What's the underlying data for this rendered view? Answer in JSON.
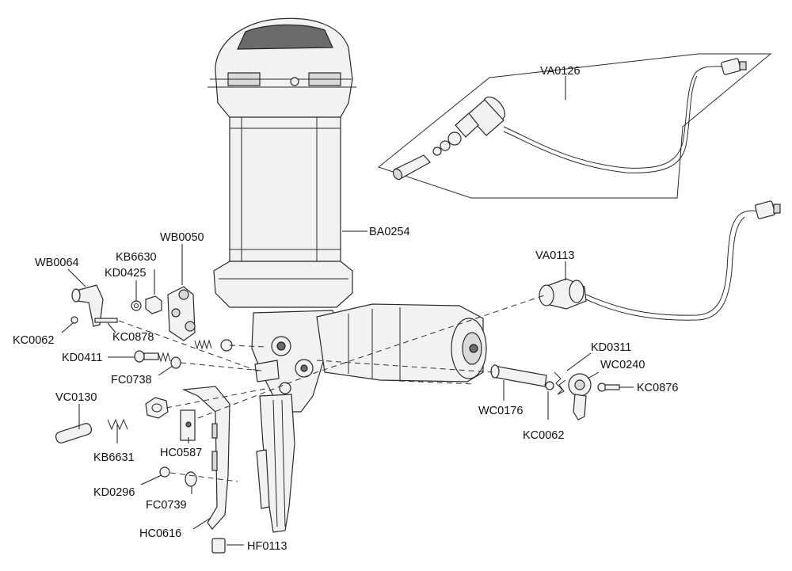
{
  "labels": {
    "VA0126": "VA0126",
    "BA0254": "BA0254",
    "VA0113": "VA0113",
    "WB0050": "WB0050",
    "KB6630": "KB6630",
    "WB0064": "WB0064",
    "KD0425": "KD0425",
    "KC0062a": "KC0062",
    "KC0878": "KC0878",
    "KD0411": "KD0411",
    "FC0738": "FC0738",
    "VC0130": "VC0130",
    "KB6631": "KB6631",
    "HC0587": "HC0587",
    "KD0296": "KD0296",
    "FC0739": "FC0739",
    "HC0616": "HC0616",
    "HF0113": "HF0113",
    "KD0311": "KD0311",
    "WC0240": "WC0240",
    "KC0876": "KC0876",
    "WC0176": "WC0176",
    "KC0062b": "KC0062"
  },
  "colors": {
    "line": "#2a2a2a",
    "part_fill": "#f2f2f2",
    "dark_fill": "#6b6b6b",
    "background": "#ffffff"
  }
}
